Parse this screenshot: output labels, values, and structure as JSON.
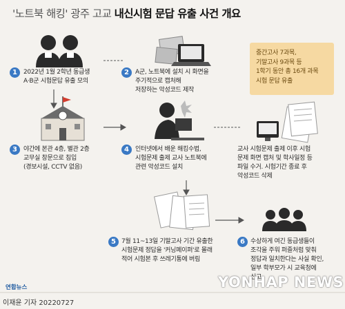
{
  "title": {
    "part1": "'노트북 해킹' 광주 고교",
    "part2": "내신시험 문답 유출 사건 개요"
  },
  "steps": [
    {
      "num": "1",
      "lines": [
        "2022년 1월 2학년 동급생",
        "A·B군 시험문답 유출 모의"
      ]
    },
    {
      "num": "2",
      "lines": [
        "A군, 노트북에 설치 시 화면을",
        "주기적으로 캡처해",
        "저장하는 악성코드 제작"
      ]
    },
    {
      "num": "3",
      "lines": [
        "야간에 본관 4층, 별관 2층",
        "교무실 창문으로 침입",
        "(경보시설, CCTV 없음)"
      ]
    },
    {
      "num": "4",
      "lines": [
        "인터넷에서 배운 해킹수법,",
        "시험문제 출제 교사 노트북에",
        "관련 악성코드 설치"
      ]
    },
    {
      "num": "5",
      "lines": [
        "7월 11~13일 기말고사 기간 유출한",
        "시험문제 정답을 '커닝페이퍼'로 몰래",
        "적어 시험본 후 쓰레기통에 버림"
      ]
    },
    {
      "num": "6",
      "lines": [
        "수상하게 여긴 동급생들이",
        "조각을 주워 퍼즐처럼 맞춰",
        "정답과 일치한다는 사실 확인,",
        "일부 학부모가 시 교육청에",
        "신고"
      ]
    }
  ],
  "side_text": [
    "교사 시험문제 출제 이후 시험",
    "문제 화면 캡처 및 학사일정 등",
    "파일 수거. 시험기간 종료 후",
    "악성코드 삭제"
  ],
  "note": [
    "중간고사 7과목,",
    "기말고사 9과목 등",
    "1학기 동안 총 16개 과목",
    "시험 문답 유출"
  ],
  "footer": {
    "logo": "연합뉴스",
    "reporter": "이재윤 기자  20220727",
    "watermark": "YONHAP NEWS"
  },
  "colors": {
    "accent": "#3a79c4",
    "note_bg": "#f6d9a2",
    "background": "#f4f2ee"
  }
}
